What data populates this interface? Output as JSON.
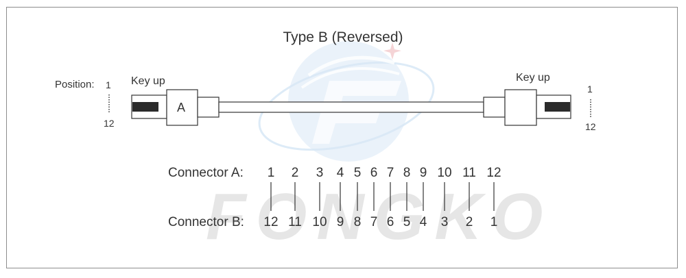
{
  "title": "Type B (Reversed)",
  "left_end": {
    "position_label": "Position:",
    "pos_top": "1",
    "pos_bottom": "12",
    "key_label": "Key up",
    "connector_letter": "A"
  },
  "right_end": {
    "key_label": "Key up",
    "pos_top": "1",
    "pos_bottom": "12"
  },
  "mapping": {
    "connector_a_label": "Connector A:",
    "connector_b_label": "Connector B:",
    "a": [
      "1",
      "2",
      "3",
      "4",
      "5",
      "6",
      "7",
      "8",
      "9",
      "10",
      "11",
      "12"
    ],
    "b": [
      "12",
      "11",
      "10",
      "9",
      "8",
      "7",
      "6",
      "5",
      "4",
      "3",
      "2",
      "1"
    ]
  },
  "watermark": {
    "text": "FONGKO"
  },
  "colors": {
    "line": "#333333",
    "border": "#8c8c8c",
    "watermark_blue": "#cfe3f3",
    "watermark_red": "#f3c9cc"
  }
}
